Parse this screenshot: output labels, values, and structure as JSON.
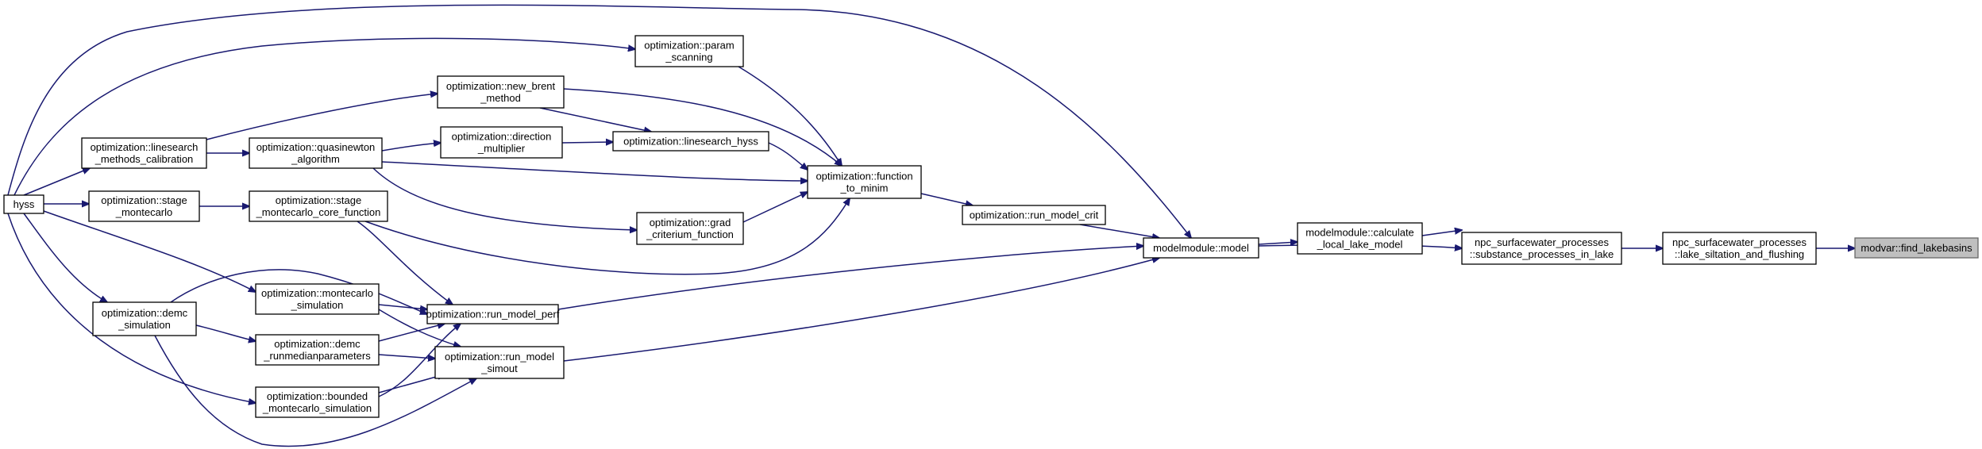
{
  "graph": {
    "nodes": {
      "hyss": "hyss",
      "ls_calib": "optimization::linesearch\n_methods_calibration",
      "stage_mc": "optimization::stage\n_montecarlo",
      "demc_sim": "optimization::demc\n_simulation",
      "new_brent": "optimization::new_brent\n_method",
      "quasinewton": "optimization::quasinewton\n_algorithm",
      "stage_core": "optimization::stage\n_montecarlo_core_function",
      "param_scan": "optimization::param\n_scanning",
      "direction": "optimization::direction\n_multiplier",
      "ls_hyss": "optimization::linesearch_hyss",
      "grad_crit": "optimization::grad\n_criterium_function",
      "mc_sim": "optimization::montecarlo\n_simulation",
      "demc_median": "optimization::demc\n_runmedianparameters",
      "bounded_mc": "optimization::bounded\n_montecarlo_simulation",
      "run_perf": "optimization::run_model_perf",
      "run_simout": "optimization::run_model\n_simout",
      "func_minim": "optimization::function\n_to_minim",
      "run_crit": "optimization::run_model_crit",
      "model": "modelmodule::model",
      "calc_lake": "modelmodule::calculate\n_local_lake_model",
      "subst_lake": "npc_surfacewater_processes\n::substance_processes_in_lake",
      "siltation": "npc_surfacewater_processes\n::lake_siltation_and_flushing",
      "find_lake": "modvar::find_lakebasins"
    },
    "highlight": "find_lake"
  }
}
